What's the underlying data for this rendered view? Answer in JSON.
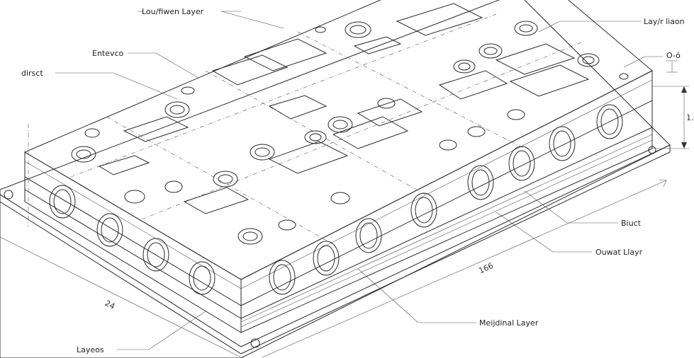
{
  "labels": {
    "top_center": "Lou/fiwen Layer",
    "top_right": "Lay/r liaon",
    "left_1": "Entevco",
    "left_2": "dirsct",
    "right_small": "O-ó",
    "right_dim": "1.",
    "block": "Biuct",
    "outer": "Ouwat Llayr",
    "mid": "Meijdinal Layer",
    "bottom_left": "Layeos"
  },
  "dimensions": {
    "length": "166",
    "width": "24"
  },
  "colors": {
    "stroke": "#2a2a2a",
    "fill_top": "#f4f4f4",
    "fill_side": "#e9e9e9",
    "hatch": "#8a8a8a"
  }
}
